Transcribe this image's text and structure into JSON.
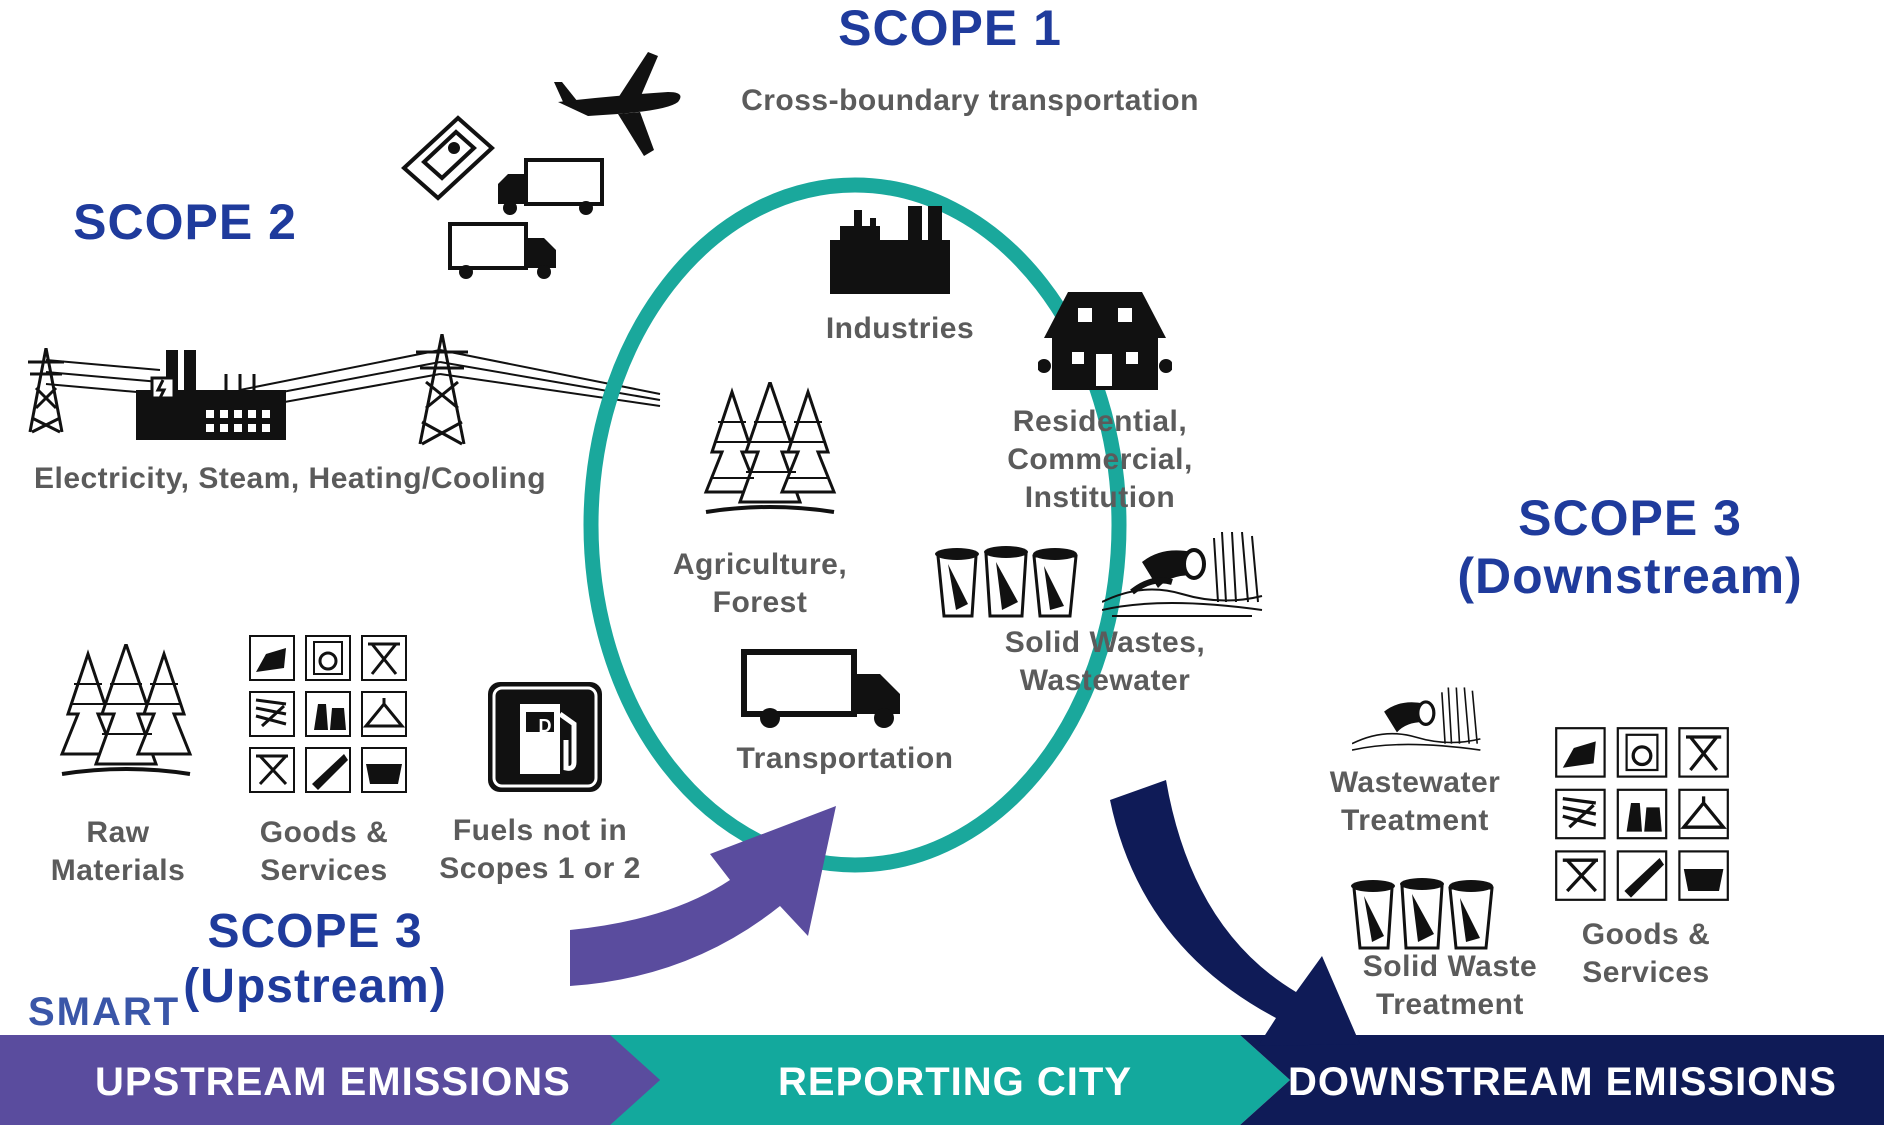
{
  "scope1": {
    "title": "SCOPE 1",
    "subtitle": "Cross-boundary transportation"
  },
  "scope2": {
    "title": "SCOPE 2",
    "electricity_label": "Electricity, Steam, Heating/Cooling"
  },
  "city_items": {
    "industries": "Industries",
    "residential": [
      "Residential,",
      "Commercial,",
      "Institution"
    ],
    "agriculture": [
      "Agriculture,",
      "Forest"
    ],
    "waste": [
      "Solid Wastes,",
      "Wastewater"
    ],
    "transportation": "Transportation"
  },
  "scope3_upstream": {
    "title": [
      "SCOPE 3",
      "(Upstream)"
    ],
    "raw_materials": [
      "Raw",
      "Materials"
    ],
    "goods_services": [
      "Goods &",
      "Services"
    ],
    "fuels": [
      "Fuels not in",
      "Scopes 1 or 2"
    ],
    "fuel_pump_letter": "D"
  },
  "scope3_downstream": {
    "title": [
      "SCOPE 3",
      "(Downstream)"
    ],
    "wastewater": [
      "Wastewater",
      "Treatment"
    ],
    "solid_waste": [
      "Solid Waste",
      "Treatment"
    ],
    "goods_services": [
      "Goods &",
      "Services"
    ]
  },
  "logo": "SMART",
  "bands": {
    "upstream": "UPSTREAM EMISSIONS",
    "city": "REPORTING CITY",
    "downstream": "DOWNSTREAM EMISSIONS"
  },
  "colors": {
    "scope_title": "#1f3b9c",
    "circle": "#1aa89c",
    "upstream_band": "#5a4c9e",
    "city_band": "#13a99d",
    "downstream_band": "#0f1b57",
    "label_gray": "#5b5b5b"
  }
}
